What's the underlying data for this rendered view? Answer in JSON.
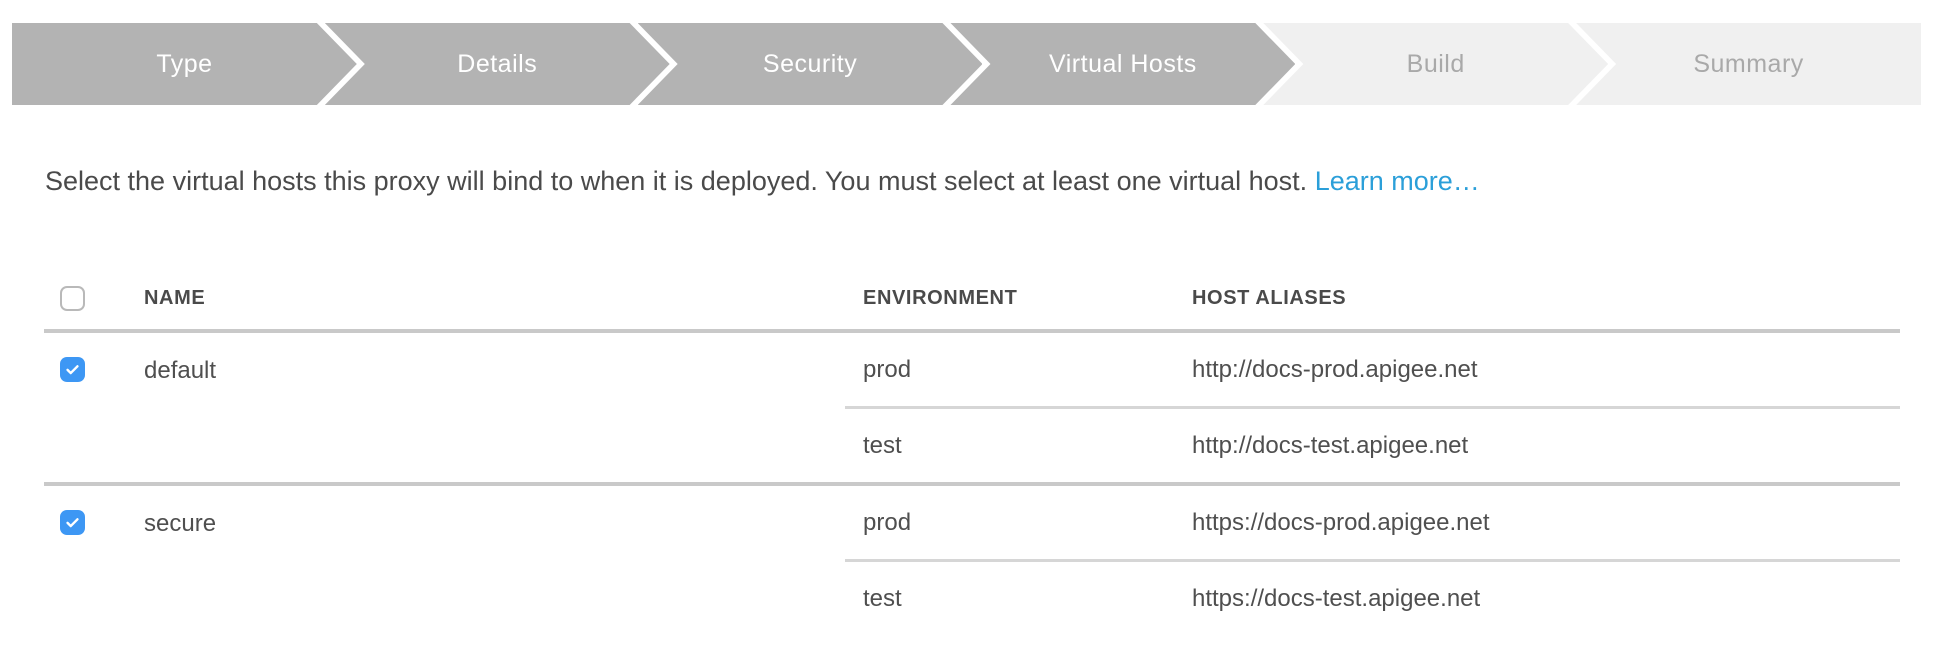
{
  "colors": {
    "step_done_bg": "#b3b3b3",
    "step_done_text": "#ffffff",
    "step_upcoming_bg": "#f0f0f0",
    "step_upcoming_text": "#a9a9a9",
    "link_blue": "#2b9fd9",
    "checkbox_blue": "#3d97f4",
    "divider_gray": "#c9c9c9"
  },
  "stepper": {
    "steps": [
      {
        "label": "Type",
        "state": "done"
      },
      {
        "label": "Details",
        "state": "done"
      },
      {
        "label": "Security",
        "state": "done"
      },
      {
        "label": "Virtual Hosts",
        "state": "done"
      },
      {
        "label": "Build",
        "state": "upcoming"
      },
      {
        "label": "Summary",
        "state": "upcoming"
      }
    ]
  },
  "intro": {
    "text": "Select the virtual hosts this proxy will bind to when it is deployed. You must select at least one virtual host.",
    "link_label": "Learn more…"
  },
  "table": {
    "headers": {
      "name": "NAME",
      "environment": "ENVIRONMENT",
      "host_aliases": "HOST ALIASES"
    },
    "select_all_checked": false,
    "rows": [
      {
        "name": "default",
        "checked": true,
        "environments": [
          {
            "environment": "prod",
            "host_alias": "http://docs-prod.apigee.net"
          },
          {
            "environment": "test",
            "host_alias": "http://docs-test.apigee.net"
          }
        ]
      },
      {
        "name": "secure",
        "checked": true,
        "environments": [
          {
            "environment": "prod",
            "host_alias": "https://docs-prod.apigee.net"
          },
          {
            "environment": "test",
            "host_alias": "https://docs-test.apigee.net"
          }
        ]
      }
    ]
  }
}
